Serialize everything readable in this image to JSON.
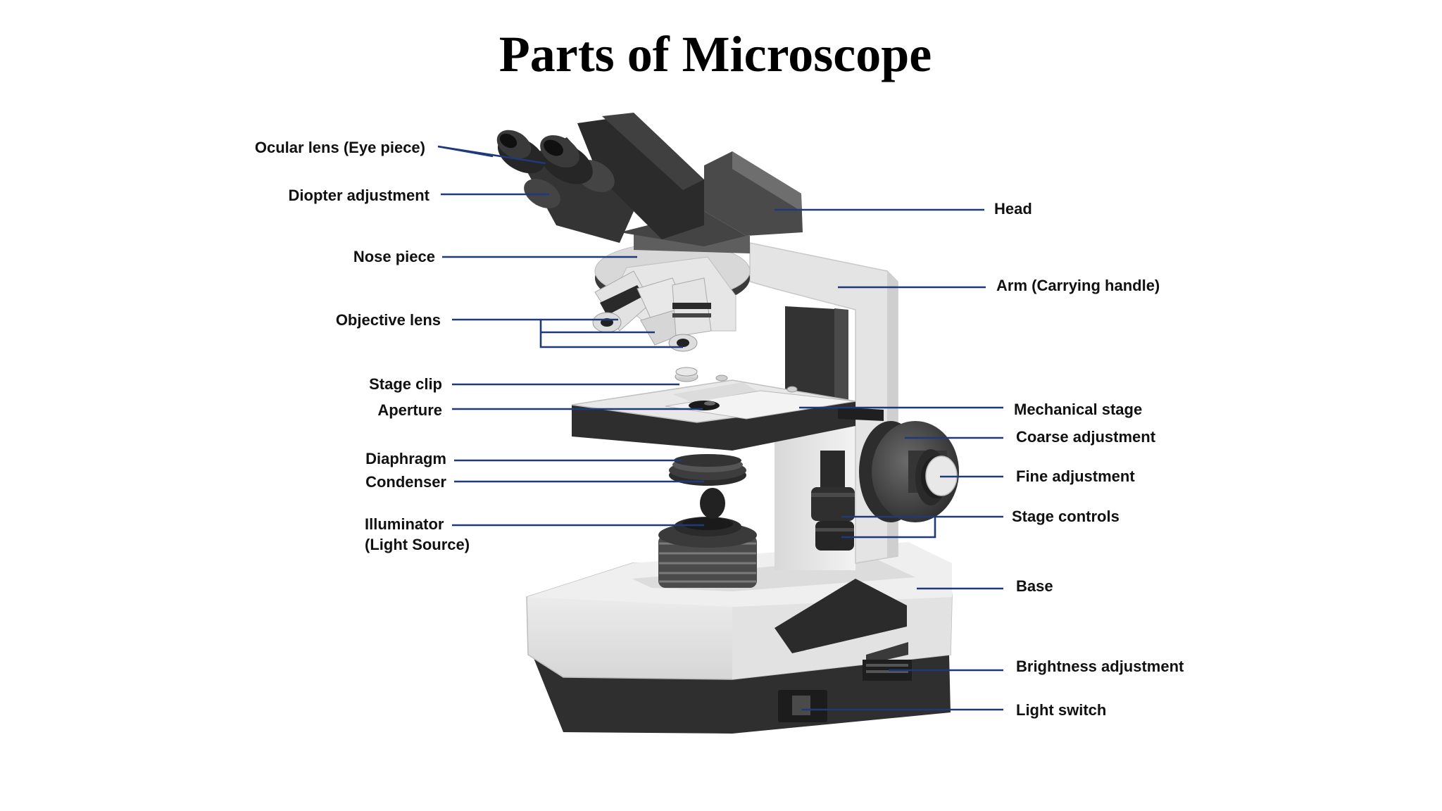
{
  "title": "Parts of Microscope",
  "colors": {
    "leader_line": "#1f3a78",
    "body_light": "#e6e6e6",
    "body_dark": "#3a3a3a",
    "label_text": "#111111"
  },
  "labels": {
    "ocular_lens": "Ocular lens (Eye piece)",
    "diopter_adjustment": "Diopter adjustment",
    "nose_piece": "Nose piece",
    "objective_lens": "Objective lens",
    "stage_clip": "Stage clip",
    "aperture": "Aperture",
    "diaphragm": "Diaphragm",
    "condenser": "Condenser",
    "illuminator_line1": "Illuminator",
    "illuminator_line2": "(Light Source)",
    "head": "Head",
    "arm": "Arm (Carrying handle)",
    "mechanical_stage": "Mechanical stage",
    "coarse_adjustment": "Coarse adjustment",
    "fine_adjustment": "Fine adjustment",
    "stage_controls": "Stage controls",
    "base": "Base",
    "brightness_adjustment": "Brightness adjustment",
    "light_switch": "Light switch"
  }
}
